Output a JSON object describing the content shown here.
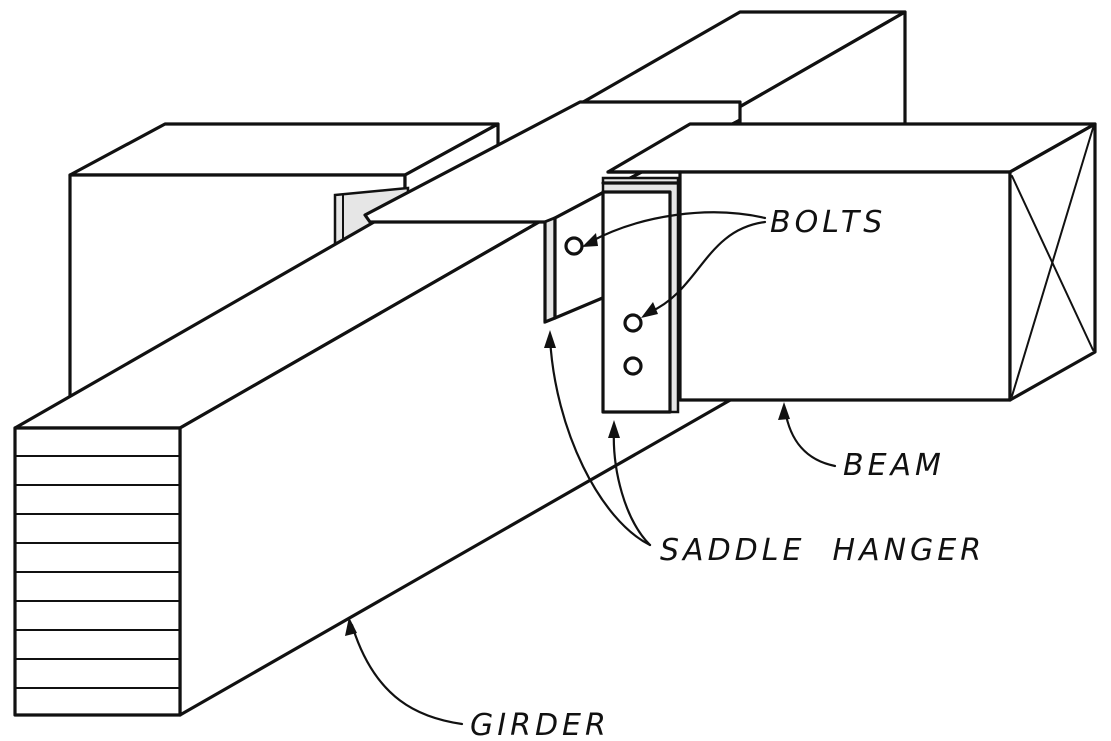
{
  "labels": {
    "bolts": "BOLTS",
    "beam": "BEAM",
    "saddle_hanger": "SADDLE  HANGER",
    "girder": "GIRDER"
  }
}
